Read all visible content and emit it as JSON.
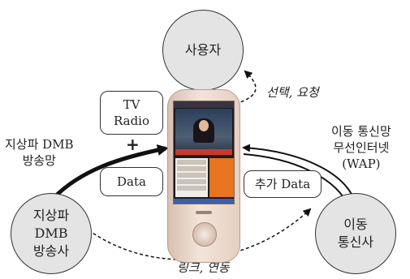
{
  "nodes": {
    "user": "사용자",
    "broadcaster": [
      "지상파",
      "DMB",
      "방송사"
    ],
    "carrier": [
      "이동",
      "통신사"
    ]
  },
  "boxes": {
    "tv_radio": [
      "TV",
      "Radio"
    ],
    "data": "Data",
    "extra_data": "추가 Data"
  },
  "plus_sign": "+",
  "labels": {
    "select_request": "선택, 요청",
    "dmb_network": [
      "지상파 DMB",
      "방송망"
    ],
    "mobile_network": [
      "이동 통신망",
      "무선인터넷",
      "(WAP)"
    ],
    "link": "링크, 연동"
  },
  "colors": {
    "circle_fill": "#e4e4e4",
    "stroke": "#222222"
  },
  "icons": {
    "device": "mobile-phone-icon"
  }
}
